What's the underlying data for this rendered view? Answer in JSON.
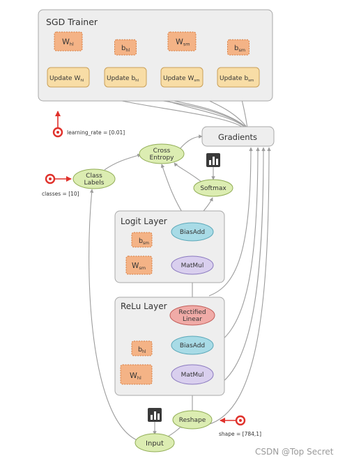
{
  "sgd": {
    "title": "SGD Trainer",
    "params": [
      "W",
      "b",
      "W",
      "b"
    ],
    "param_subs": [
      "hl",
      "hl",
      "sm",
      "sm"
    ],
    "updates": [
      "Update W",
      "Update b",
      "Update W",
      "Update b"
    ],
    "update_subs": [
      "hl",
      "hl",
      "sm",
      "sm"
    ]
  },
  "gradients": "Gradients",
  "learning_rate": "learning_rate = [0.01]",
  "classes": "classes = [10]",
  "class_labels": [
    "Class",
    "Labels"
  ],
  "cross_entropy": [
    "Cross",
    "Entropy"
  ],
  "softmax": "Softmax",
  "logit_layer": {
    "title": "Logit Layer",
    "bias_param": "b",
    "bias_sub": "sm",
    "weight_param": "W",
    "weight_sub": "sm",
    "biasadd": "BiasAdd",
    "matmul": "MatMul"
  },
  "relu_layer": {
    "title": "ReLu Layer",
    "rectified": [
      "Rectified",
      "Linear"
    ],
    "bias_param": "b",
    "bias_sub": "hl",
    "weight_param": "W",
    "weight_sub": "hl",
    "biasadd": "BiasAdd",
    "matmul": "MatMul"
  },
  "input": "Input",
  "reshape": "Reshape",
  "shape": "shape = [784,1]",
  "watermark": "CSDN @Top Secret",
  "colors": {
    "panel_fill": "#eeeeee",
    "panel_stroke": "#a8a8a8",
    "param_fill": "#f4b386",
    "param_stroke": "#d77a3c",
    "update_fill": "#f8dda6",
    "update_stroke": "#c9a05a",
    "green_fill": "#dcedb2",
    "green_stroke": "#91ad55",
    "blue_fill": "#a8dbe6",
    "blue_stroke": "#5aa7b8",
    "purple_fill": "#d9cfee",
    "purple_stroke": "#8a79bf",
    "pink_fill": "#f0aba7",
    "pink_stroke": "#c25c57",
    "red_marker": "#e0312b",
    "edge": "#9c9c9c"
  }
}
